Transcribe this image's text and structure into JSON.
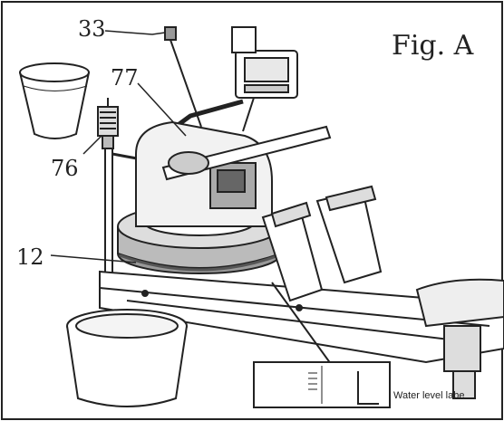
{
  "figure": {
    "title": "Fig. A",
    "callouts": [
      {
        "id": "33",
        "label": "33"
      },
      {
        "id": "77",
        "label": "77"
      },
      {
        "id": "76",
        "label": "76"
      },
      {
        "id": "12",
        "label": "12"
      }
    ],
    "inset_label": "Water level labe"
  },
  "colors": {
    "ink": "#222222",
    "paper": "#ffffff",
    "shade": "#8a8a8a"
  }
}
